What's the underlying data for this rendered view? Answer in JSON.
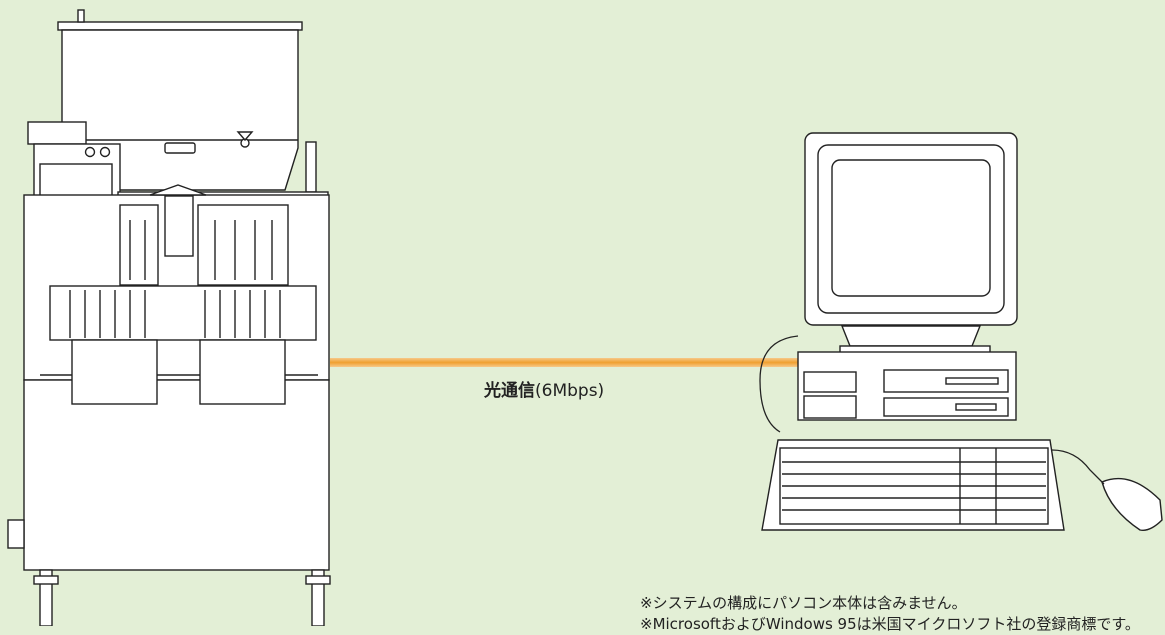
{
  "connection": {
    "label": "光通信",
    "speed": "(6Mbps)",
    "line_color": "#f2a33a"
  },
  "notes": [
    "※システムの構成にパソコン本体は含みません。",
    "※MicrosoftおよびWindows 95は米国マイクロソフト社の登録商標です。"
  ],
  "colors": {
    "background": "#e3efd6",
    "device_fill": "#ffffff",
    "outline": "#222222"
  }
}
